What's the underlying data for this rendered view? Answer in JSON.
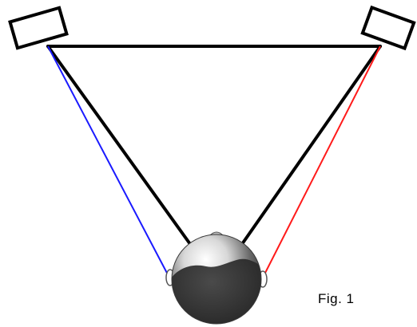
{
  "figure": {
    "caption": "Fig. 1"
  },
  "elements": {
    "left_speaker": "speaker",
    "right_speaker": "speaker",
    "head": "listener-head"
  },
  "colors": {
    "background": "#ffffff",
    "structure_lines": "#000000",
    "left_ear_path": "#1a1aff",
    "right_ear_path": "#ff1a1a",
    "head_dark": "#3a3a3a",
    "head_light": "#e6e6e6"
  }
}
